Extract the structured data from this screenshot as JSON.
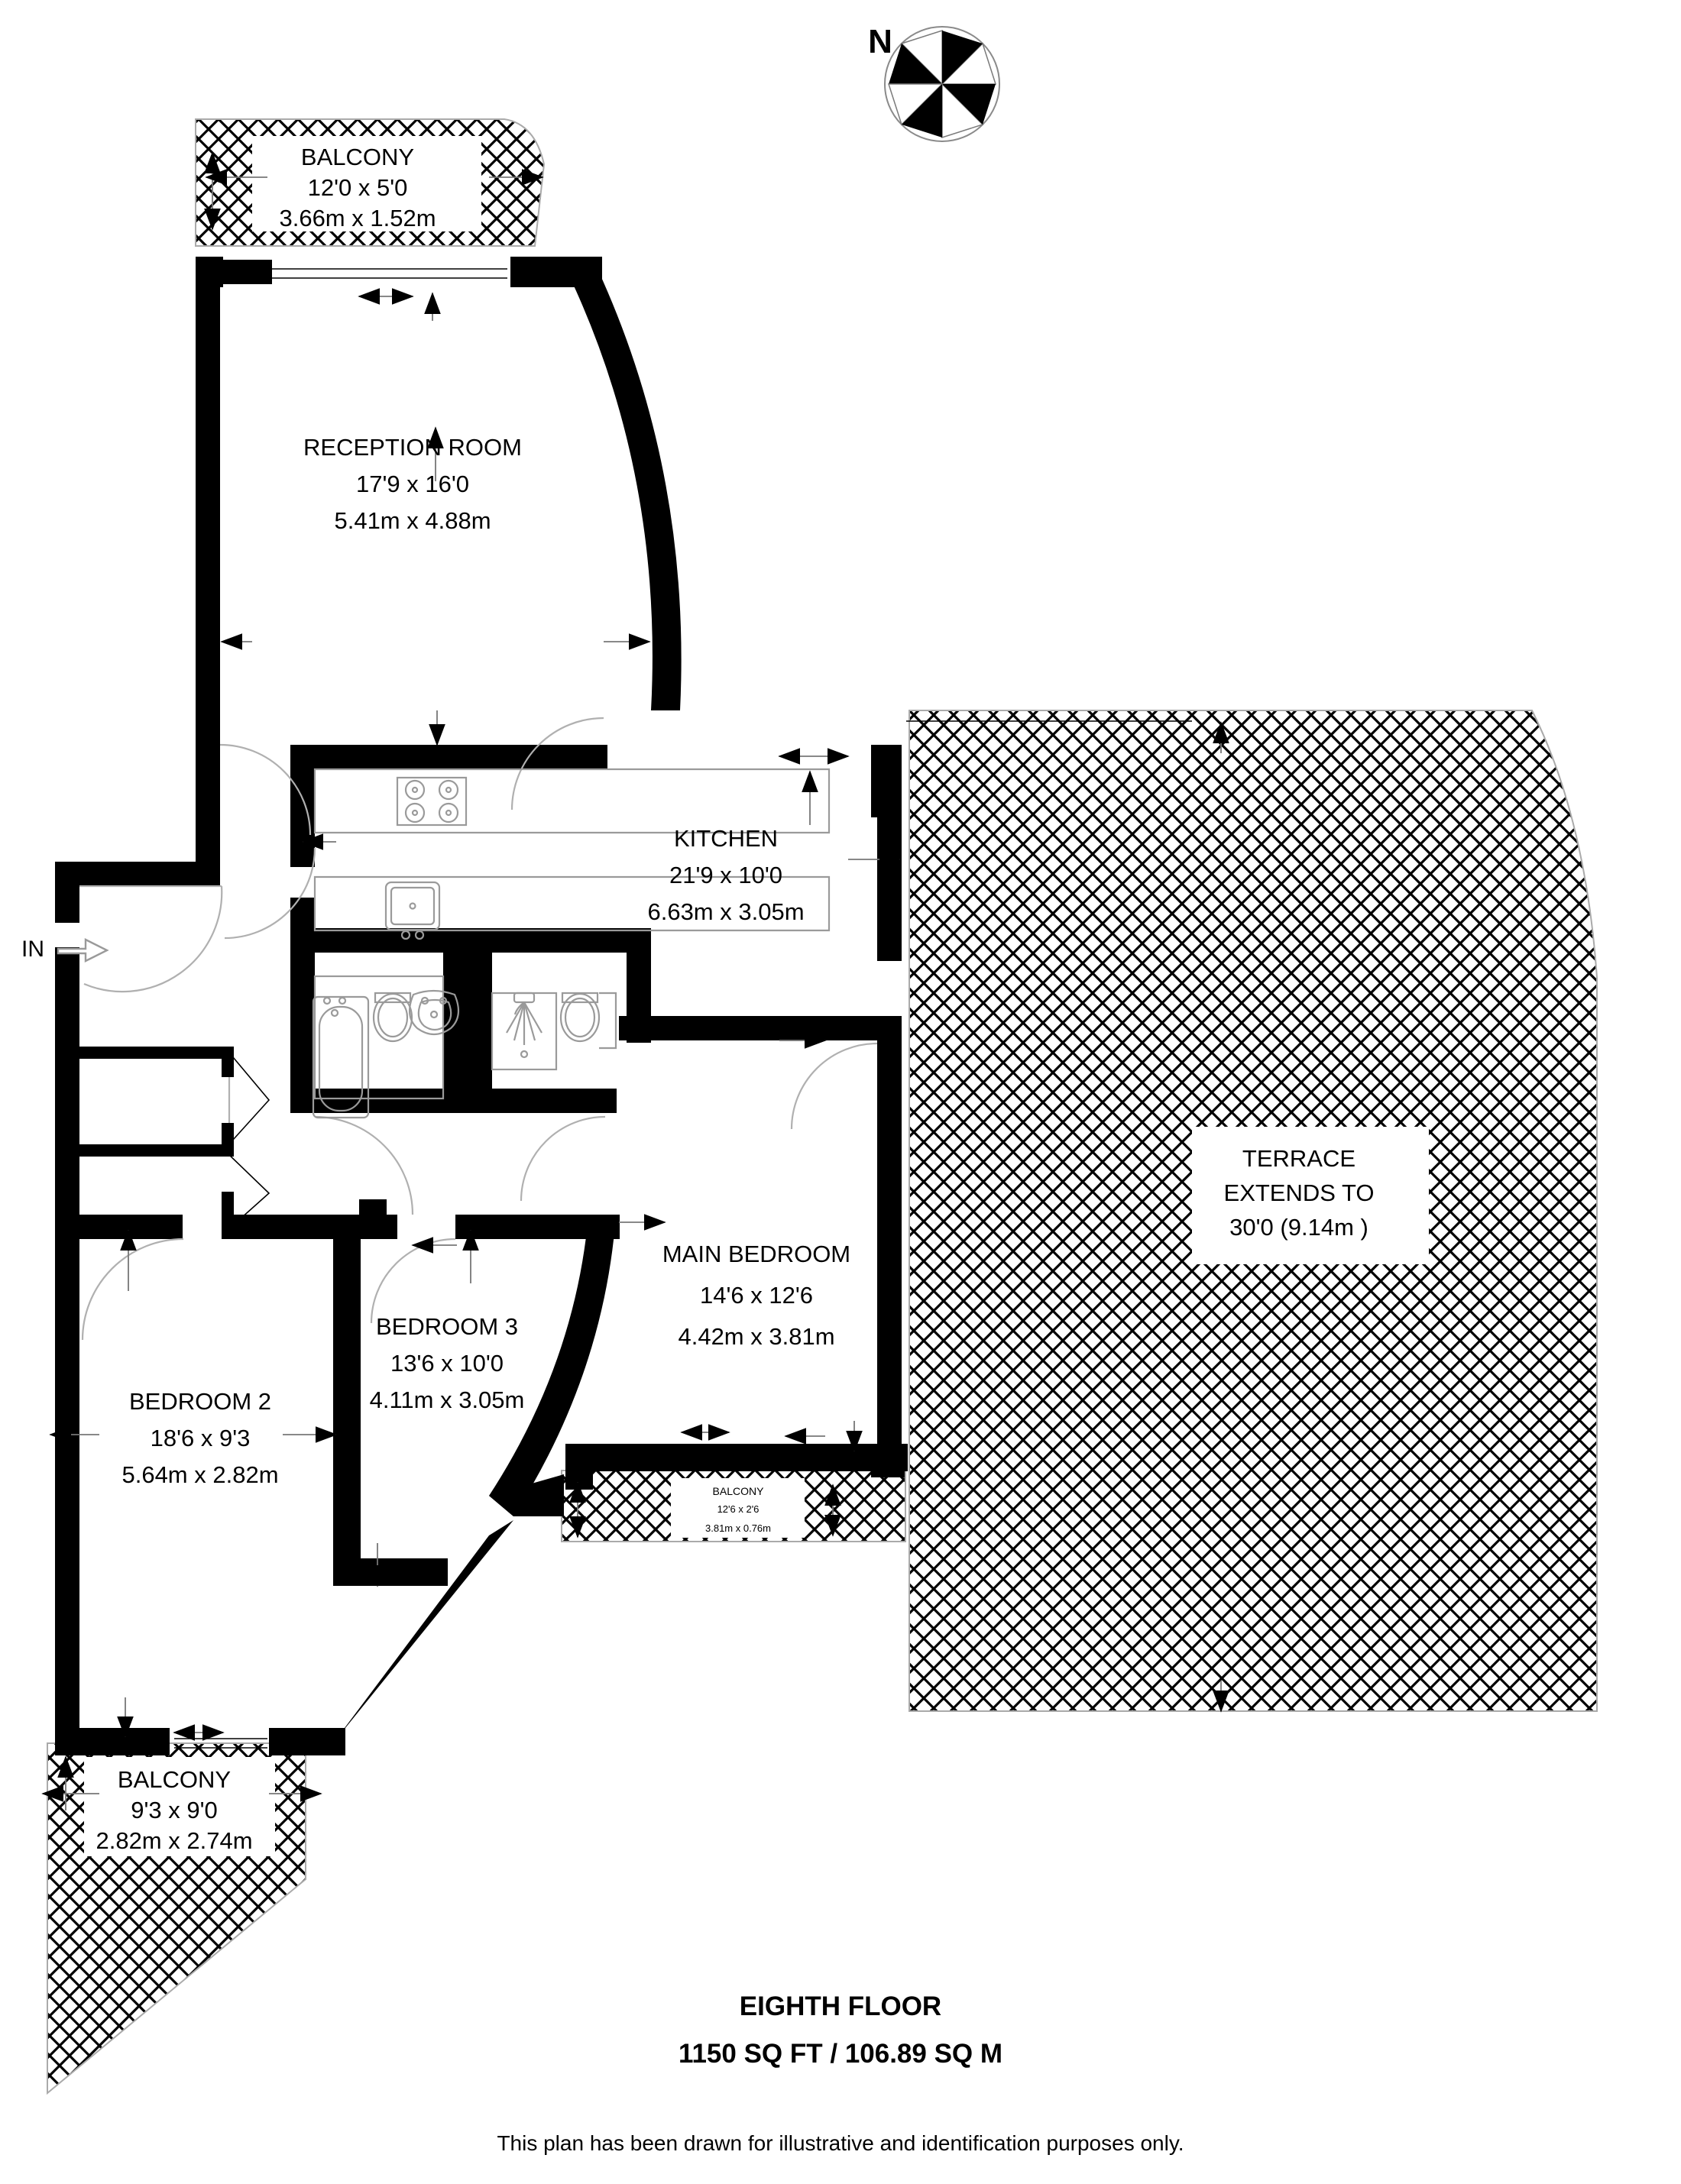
{
  "compass": {
    "north_label": "N",
    "icon": "compass-rose-icon"
  },
  "entry": {
    "label": "IN",
    "icon": "entry-arrow-icon"
  },
  "rooms": [
    {
      "id": "balcony-top",
      "name": "BALCONY",
      "imperial": "12'0 x 5'0",
      "metric": "3.66m x 1.52m"
    },
    {
      "id": "reception-room",
      "name": "RECEPTION ROOM",
      "imperial": "17'9 x 16'0",
      "metric": "5.41m x 4.88m"
    },
    {
      "id": "kitchen",
      "name": "KITCHEN",
      "imperial": "21'9 x 10'0",
      "metric": "6.63m x 3.05m"
    },
    {
      "id": "main-bedroom",
      "name": "MAIN BEDROOM",
      "imperial": "14'6 x 12'6",
      "metric": "4.42m x 3.81m"
    },
    {
      "id": "bedroom-3",
      "name": "BEDROOM 3",
      "imperial": "13'6 x 10'0",
      "metric": "4.11m x 3.05m"
    },
    {
      "id": "bedroom-2",
      "name": "BEDROOM 2",
      "imperial": "18'6 x 9'3",
      "metric": "5.64m x 2.82m"
    },
    {
      "id": "balcony-main-bedroom",
      "name": "BALCONY",
      "imperial": "12'6 x 2'6",
      "metric": "3.81m x 0.76m"
    },
    {
      "id": "balcony-bottom",
      "name": "BALCONY",
      "imperial": "9'3 x 9'0",
      "metric": "2.82m x 2.74m"
    }
  ],
  "terrace": {
    "name": "TERRACE",
    "line2": "EXTENDS TO",
    "line3": "30'0 (9.14m )"
  },
  "footer": {
    "floor": "EIGHTH FLOOR",
    "area": "1150 SQ FT / 106.89 SQ M",
    "disclaimer": "This plan has been drawn for illustrative and identification purposes only."
  },
  "fixtures": [
    {
      "id": "hob",
      "icon": "hob-icon"
    },
    {
      "id": "sink",
      "icon": "sink-icon"
    },
    {
      "id": "bath",
      "icon": "bathtub-icon"
    },
    {
      "id": "wc-1",
      "icon": "toilet-icon"
    },
    {
      "id": "basin",
      "icon": "washbasin-icon"
    },
    {
      "id": "shower",
      "icon": "shower-icon"
    },
    {
      "id": "wc-2",
      "icon": "toilet-icon"
    }
  ],
  "colors": {
    "wall": "#000000",
    "background": "#ffffff",
    "fixture_stroke": "#9a9a9a",
    "hatch": "#000000"
  }
}
